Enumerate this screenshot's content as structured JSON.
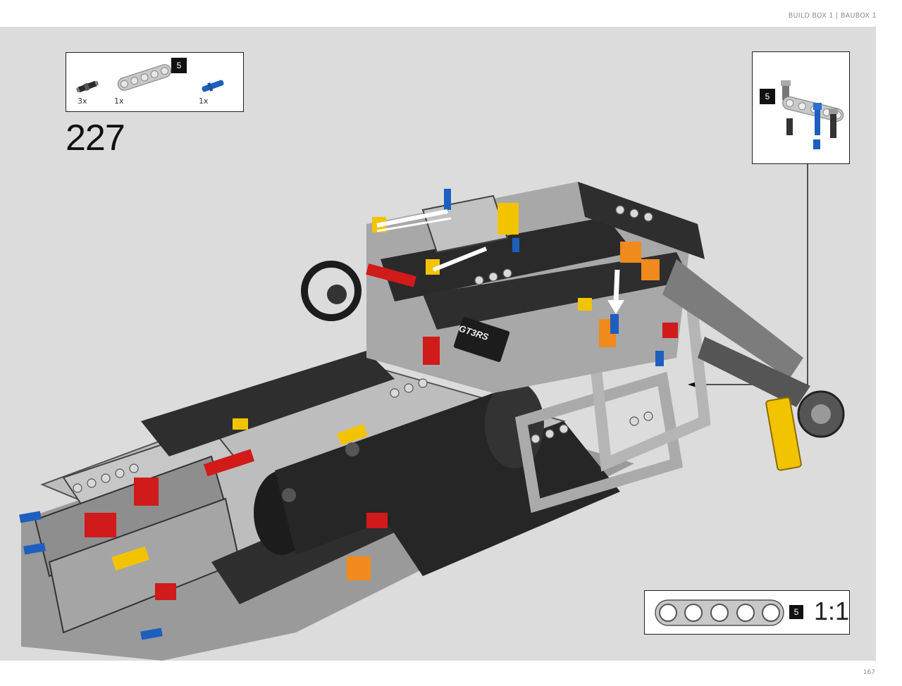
{
  "header": {
    "text": "BUILD BOX 1 | BAUBOX 1"
  },
  "page_number": "167",
  "step": {
    "number": "227"
  },
  "parts": {
    "items": [
      {
        "name": "black-pin-connector",
        "quantity": "3x"
      },
      {
        "name": "gray-beam-5",
        "quantity": "1x"
      },
      {
        "name": "blue-axle-pin",
        "quantity": "1x"
      }
    ],
    "badge": "5"
  },
  "callout": {
    "badge": "5"
  },
  "scale": {
    "badge": "5",
    "label": "1:1"
  },
  "model": {
    "logo_text": "GT3RS"
  },
  "colors": {
    "background": "#dcdcdc",
    "dark_gray": "#2e2e2e",
    "light_gray": "#bdbdbd",
    "red": "#d11a1a",
    "yellow": "#f2c400",
    "orange": "#f08a1c",
    "blue": "#1d5fbf"
  }
}
